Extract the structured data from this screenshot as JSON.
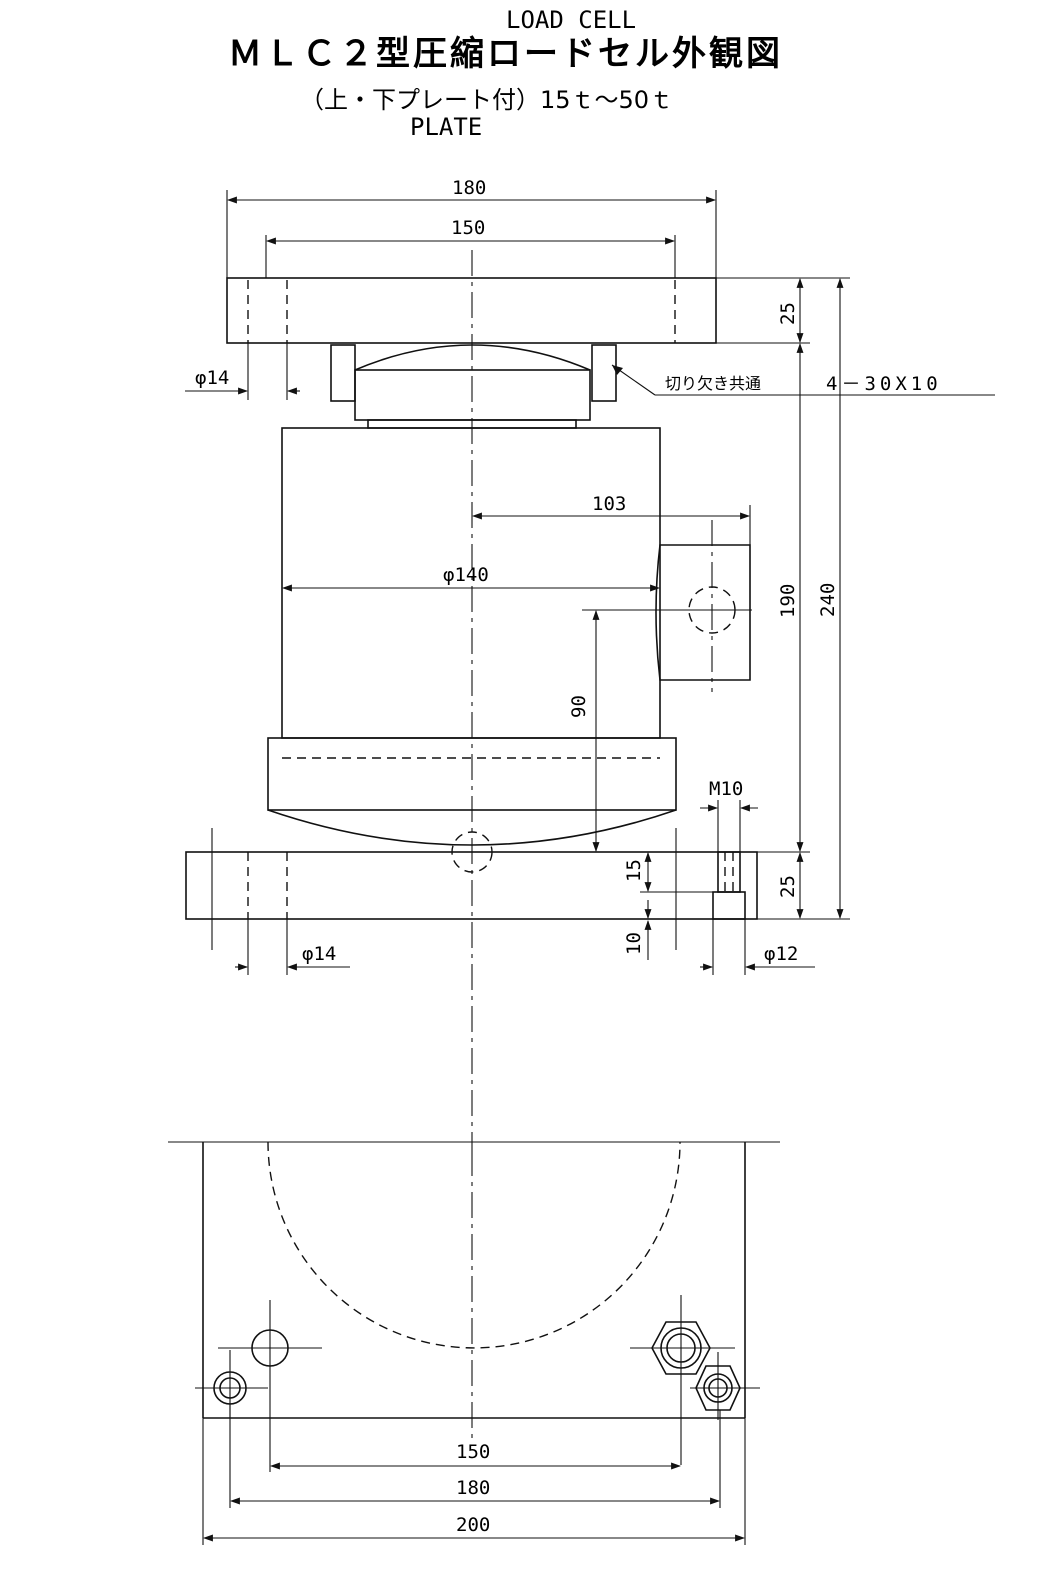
{
  "header": {
    "label_top": "LOAD CELL",
    "title": "ＭＬＣ２型圧縮ロードセル外観図",
    "subtitle": "（上・下プレート付）15ｔ～50ｔ",
    "label_bottom": "PLATE"
  },
  "front_view": {
    "top_plate_width": "180",
    "top_hole_pitch": "150",
    "top_plate_thickness": "25",
    "total_height": "240",
    "body_height": "190",
    "top_hole_dia": "φ14",
    "notch_label": "切り欠き共通",
    "notch_spec": "4－30X10",
    "connector_offset": "103",
    "body_dia": "φ140",
    "connector_height": "90",
    "tap_label": "M10",
    "tap_depth": "15",
    "counterbore_depth": "10",
    "bottom_plate_thickness": "25",
    "bottom_hole_dia": "φ14",
    "counterbore_dia": "φ12"
  },
  "plan_view": {
    "hole_pitch": "150",
    "plate_inner": "180",
    "plate_width": "200"
  }
}
